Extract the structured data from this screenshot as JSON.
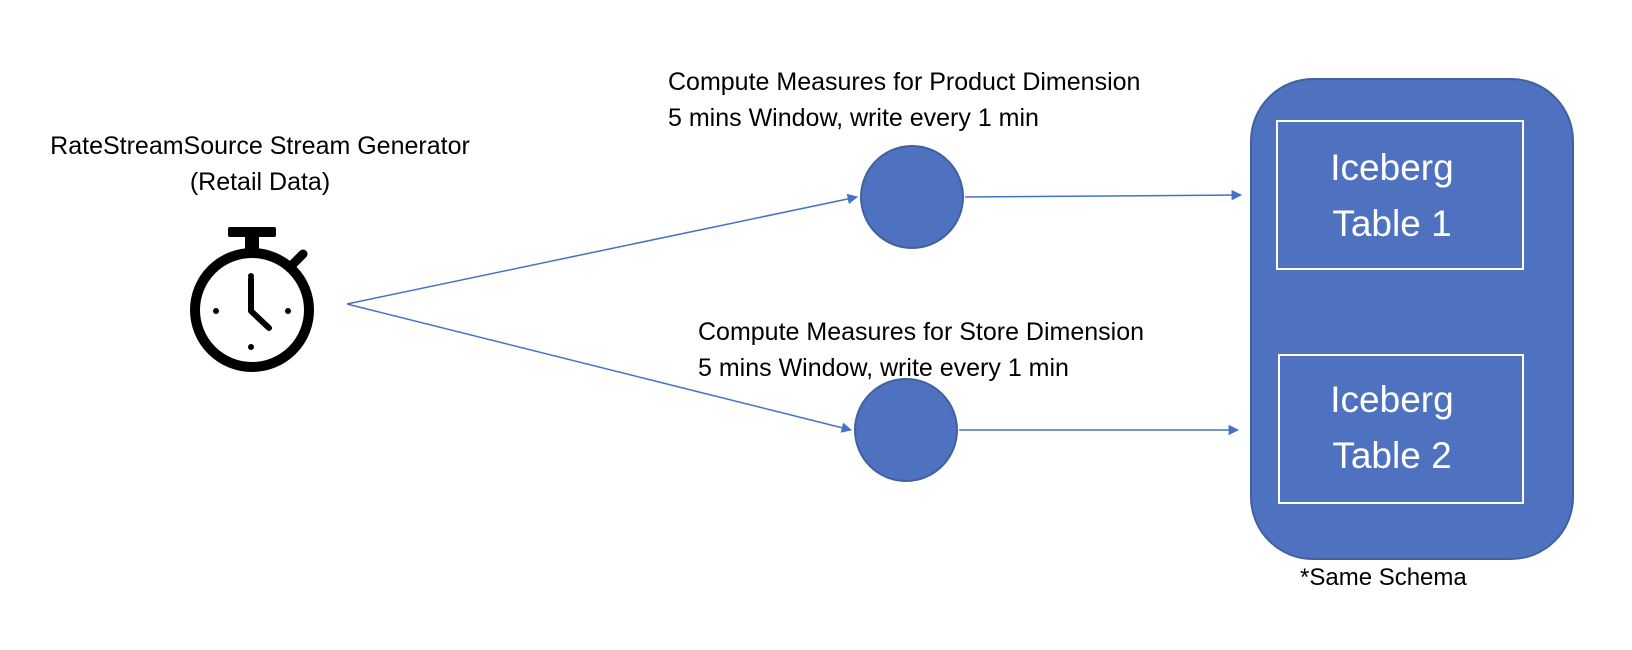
{
  "source": {
    "title": "RateStreamSource Stream Generator",
    "subtitle": "(Retail Data)",
    "icon": "stopwatch-icon"
  },
  "branches": [
    {
      "title": "Compute Measures for Product Dimension",
      "window": "5 mins Window,  write every 1 min"
    },
    {
      "title": "Compute Measures for Store Dimension",
      "window": "5 mins Window,  write every 1 min"
    }
  ],
  "storage": {
    "tables": [
      {
        "line1": "Iceberg",
        "line2": "Table 1"
      },
      {
        "line1": "Iceberg",
        "line2": "Table 2"
      }
    ],
    "note": "*Same Schema"
  },
  "colors": {
    "node_fill": "#4f72c0",
    "node_stroke": "#40609e",
    "arrow": "#4472c4",
    "text": "#000000",
    "table_text": "#ffffff"
  }
}
